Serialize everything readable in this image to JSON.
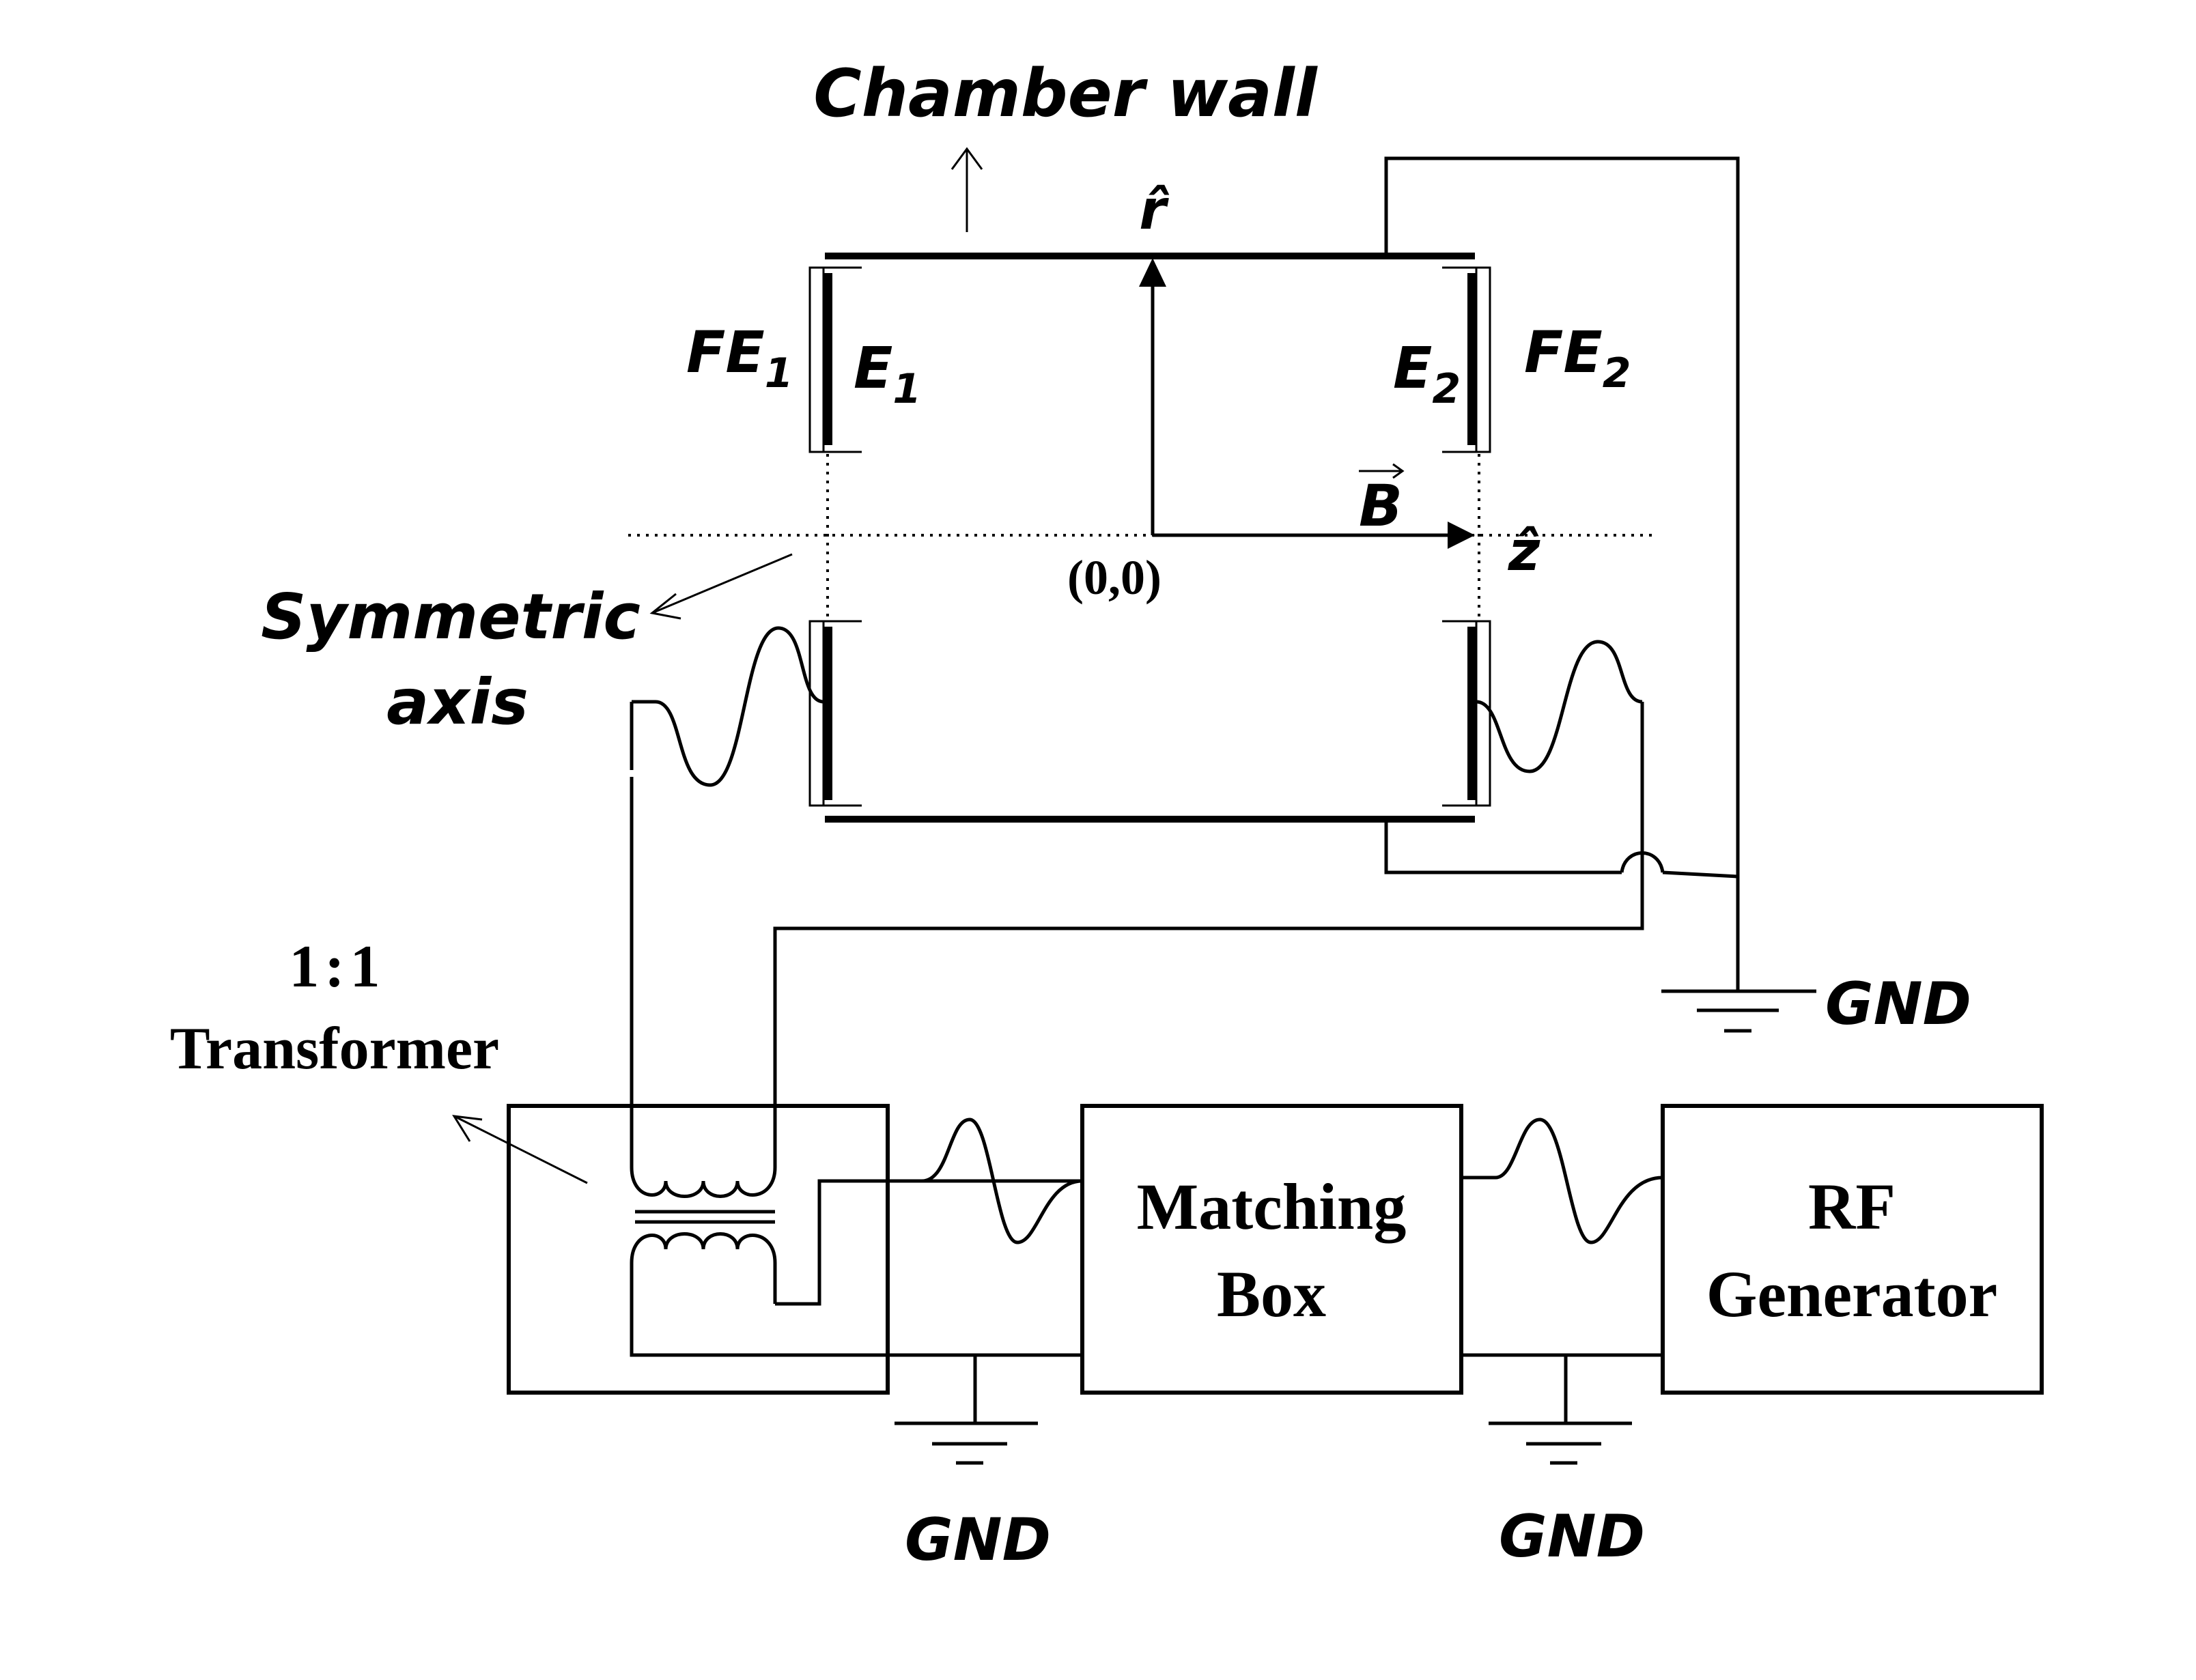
{
  "labels": {
    "chamber_wall": "Chamber wall",
    "r_hat": "r̂",
    "fe1": "FE",
    "fe1_sub": "1",
    "e1": "E",
    "e1_sub": "1",
    "e2": "E",
    "e2_sub": "2",
    "fe2": "FE",
    "fe2_sub": "2",
    "b_vec": "B",
    "z_hat": "ẑ",
    "origin": "(0,0)",
    "symmetric_axis_line1": "Symmetric",
    "symmetric_axis_line2": "axis",
    "ratio_left": "1",
    "ratio_colon": ":",
    "ratio_right": "1",
    "transformer": "Transformer",
    "gnd_right": "GND",
    "gnd_mid": "GND",
    "gnd_far": "GND"
  },
  "boxes": {
    "matching_line1": "Matching",
    "matching_line2": "Box",
    "rf_line1": "RF",
    "rf_line2": "Generator"
  }
}
